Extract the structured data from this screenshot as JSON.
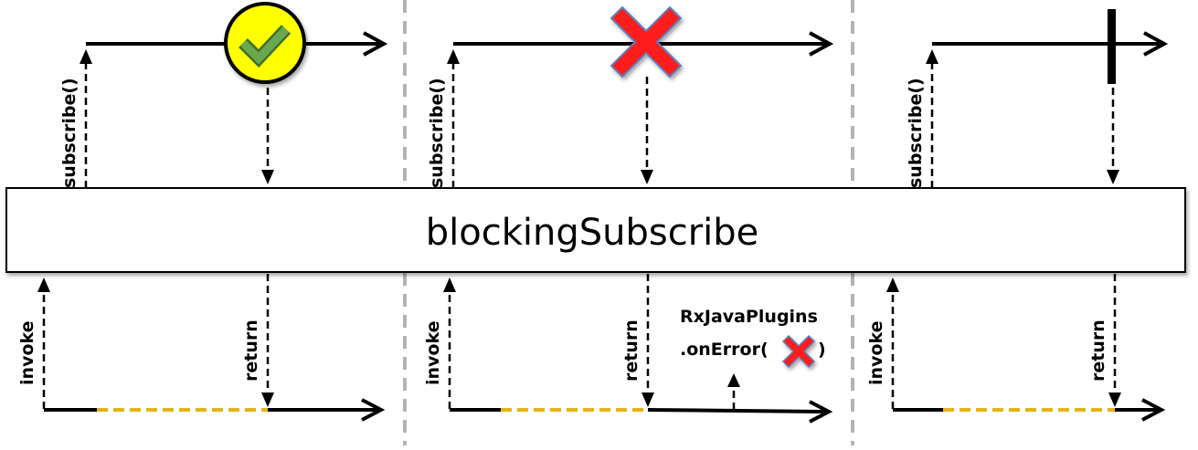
{
  "operator_name": "blockingSubscribe",
  "panels": [
    {
      "outcome": "completes normally",
      "upstream_event_icon": "checkmark-icon",
      "upward_label": "subscribe()",
      "invoke_label": "invoke",
      "return_label": "return"
    },
    {
      "outcome": "terminates with error",
      "upstream_event_icon": "error-x-icon",
      "upward_label": "subscribe()",
      "invoke_label": "invoke",
      "return_label": "return",
      "error_handler": {
        "line1": "RxJavaPlugins",
        "line2_prefix": ".onError(",
        "line2_suffix": ")",
        "icon": "error-x-icon"
      }
    },
    {
      "outcome": "completes",
      "upstream_event_icon": "completion-bar-icon",
      "upward_label": "subscribe()",
      "invoke_label": "invoke",
      "return_label": "return"
    }
  ],
  "colors": {
    "line": "#000000",
    "blocking_wait": "#e6b217",
    "panel_divider": "#b3b3b3",
    "check_circle_fill": "#ffff00",
    "check_mark": "#6aa84f",
    "error_x": "#ff1f1f",
    "error_x_outline": "#5b7fbf",
    "operator_box_fill": "#ffffff"
  }
}
